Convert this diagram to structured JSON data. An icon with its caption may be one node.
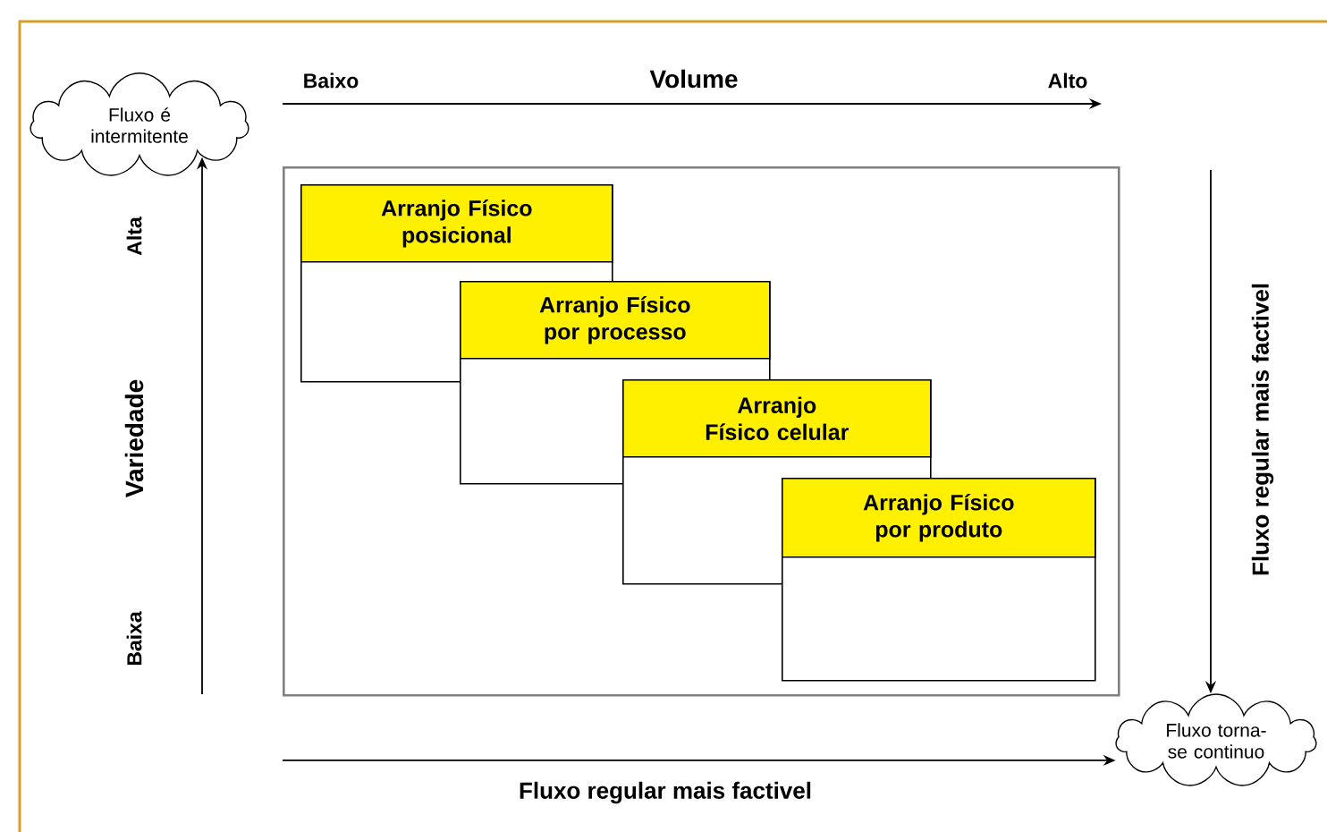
{
  "diagram": {
    "nodes": [
      {
        "text": [
          "Fluxo é intermitente"
        ]
      },
      {
        "text": [
          "Fluxo torna-se continuo"
        ]
      },
      {
        "text": [],
        "shape": "box"
      },
      {
        "text": [
          "Arranjo Físico posicional"
        ],
        "in": 2
      },
      {
        "text": [
          "Arranjo Físico por processo"
        ],
        "in": 2
      },
      {
        "text": [
          "Arranjo Físico celular"
        ],
        "in": 2
      },
      {
        "text": [
          "Arranjo Físico por produto"
        ],
        "in": 2
      }
    ],
    "edges": [
      {
        "from": null,
        "to": 0,
        "arrow": "to"
      },
      {
        "from": null,
        "to": 1,
        "arrow": "to",
        "label": "Fluxo regular mais factivel"
      },
      {
        "from": null,
        "to": 1,
        "arrow": "to",
        "label": "Fluxo regular mais factivel"
      }
    ],
    "labels": [
      "Baixo",
      "Volume",
      "Alto",
      "Alta",
      "Variedade",
      "Baixa"
    ]
  }
}
